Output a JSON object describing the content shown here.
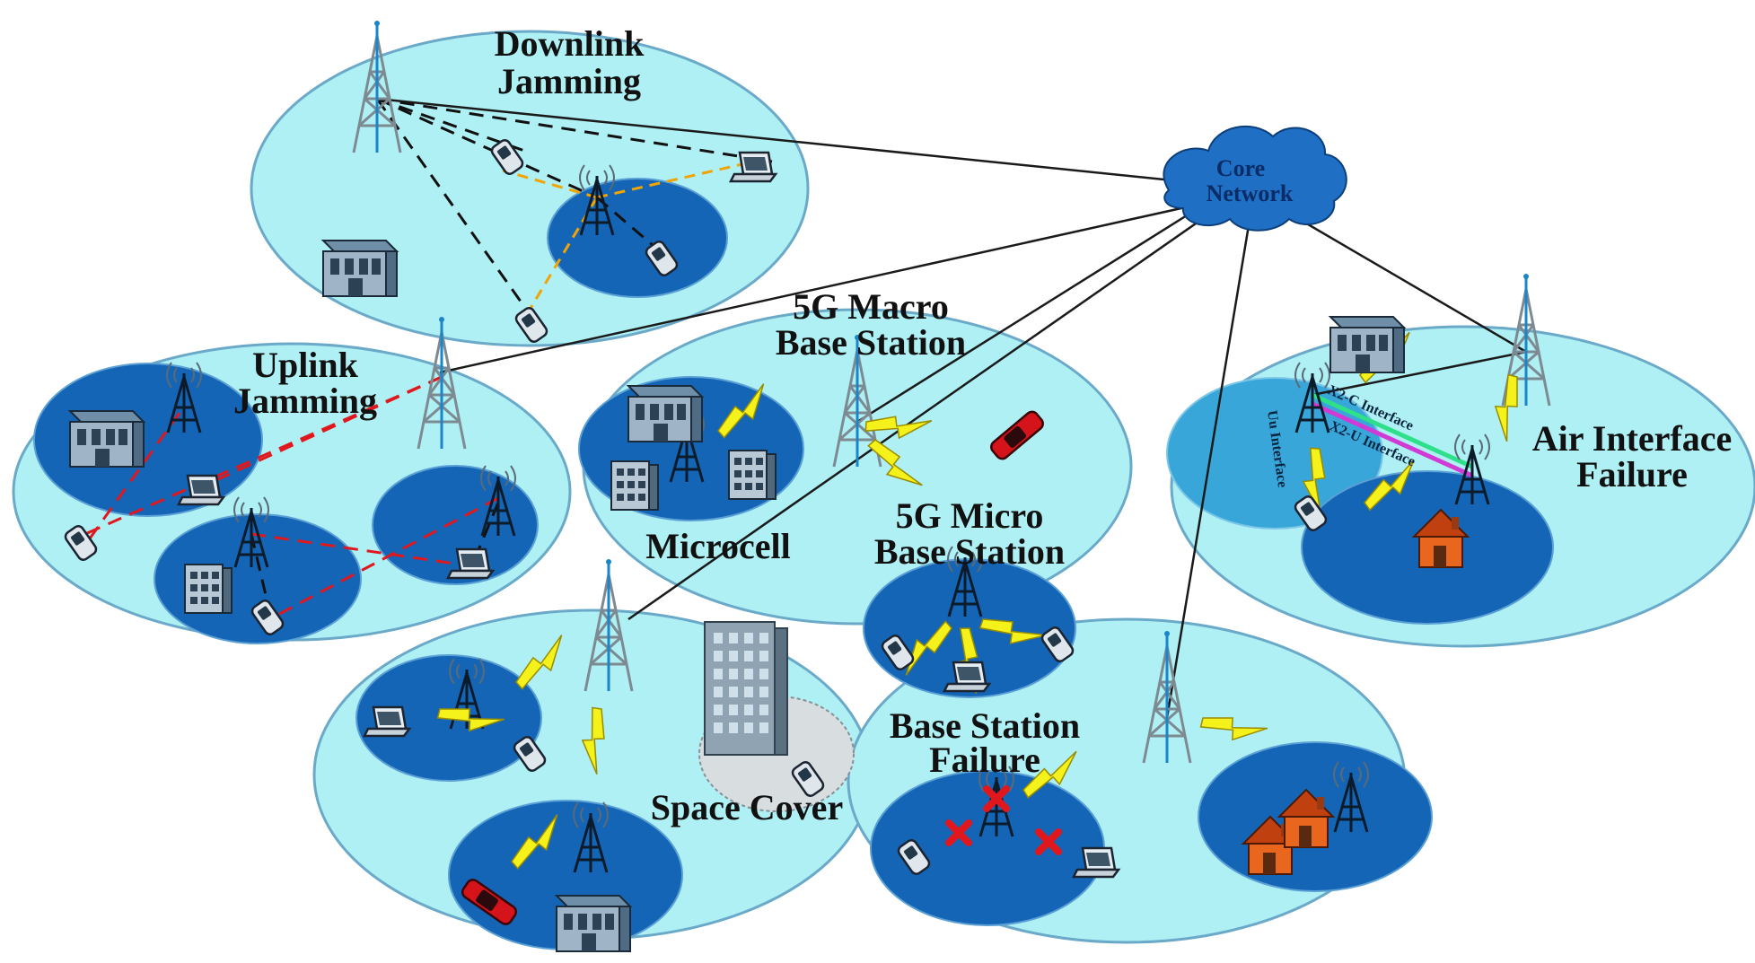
{
  "labels": {
    "downlink_line1": "Downlink",
    "downlink_line2": "Jamming",
    "uplink_line1": "Uplink",
    "uplink_line2": "Jamming",
    "macro_line1": "5G Macro",
    "macro_line2": "Base Station",
    "microcell": "Microcell",
    "micro_line1": "5G Micro",
    "micro_line2": "Base Station",
    "space_cover": "Space Cover",
    "bs_failure_line1": "Base Station",
    "bs_failure_line2": "Failure",
    "air_line1": "Air Interface",
    "air_line2": "Failure",
    "core_line1": "Core",
    "core_line2": "Network",
    "x2c_interface": "X2-C Interface",
    "x2u_interface": "X2-U Interface",
    "uu_interface": "Uu Interface"
  },
  "colors": {
    "cell_outer": "#aef0f4",
    "cell_inner": "#1565b6",
    "cloud": "#1f6fc4",
    "x2c_line": "#2ee08a",
    "x2u_line": "#d23ad6",
    "jamming_red": "#e0181e",
    "jamming_orange": "#f2a400",
    "wireless_bolt": "#f4f21a",
    "failure_cross": "#e0181e"
  },
  "icons": [
    "tower-icon",
    "small-antenna-icon",
    "cloud-icon",
    "phone-icon",
    "laptop-icon",
    "building-icon",
    "house-icon",
    "office-tower-icon",
    "car-icon",
    "lightning-bolt-icon",
    "failure-cross-icon"
  ]
}
